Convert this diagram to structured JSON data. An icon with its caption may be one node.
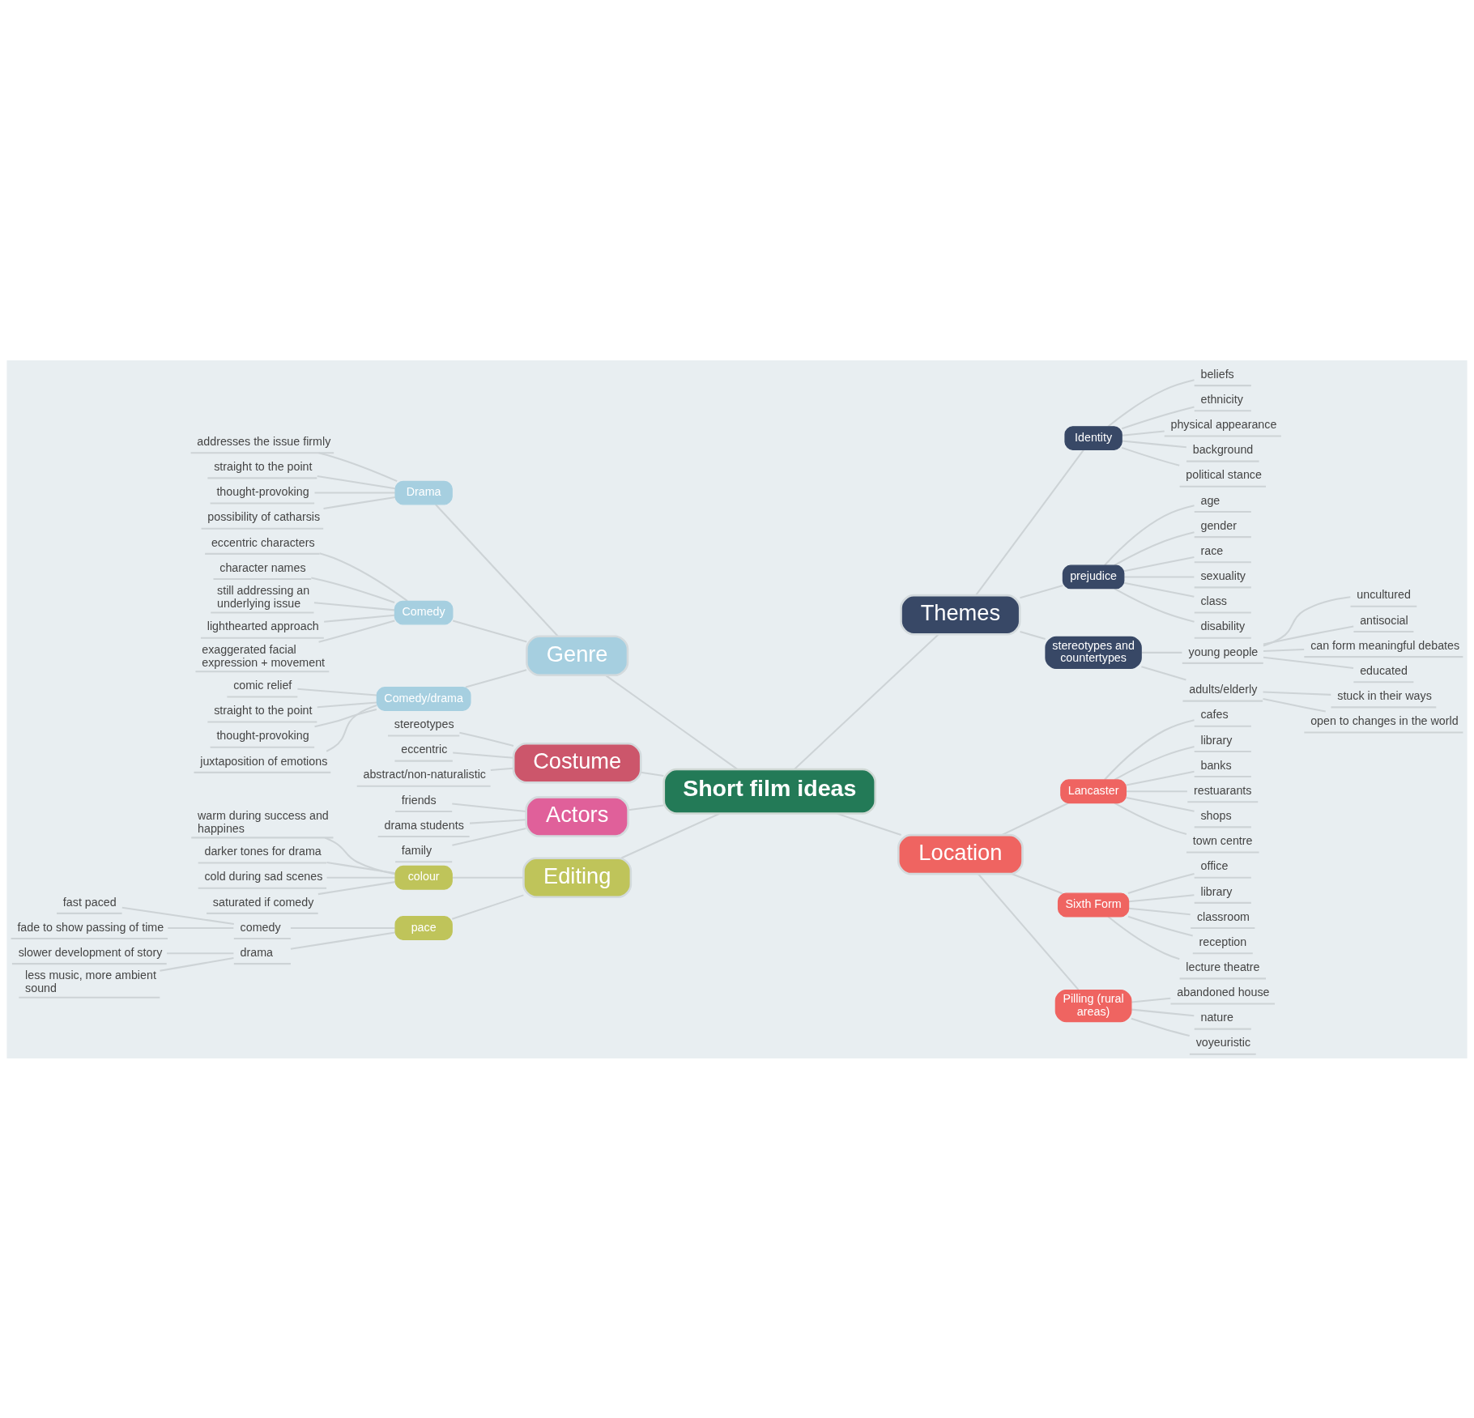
{
  "diagram": {
    "nodes": [
      {
        "text": [
          "Short film ideas"
        ]
      },
      {
        "text": [
          "Genre"
        ]
      },
      {
        "text": [
          "Drama"
        ]
      },
      {
        "text": [
          "addresses the issue firmly"
        ]
      },
      {
        "text": [
          "straight to the point"
        ]
      },
      {
        "text": [
          "thought-provoking"
        ]
      },
      {
        "text": [
          "possibility of catharsis"
        ]
      },
      {
        "text": [
          "Comedy"
        ]
      },
      {
        "text": [
          "eccentric characters"
        ]
      },
      {
        "text": [
          "character names"
        ]
      },
      {
        "text": [
          "still addressing an underlying issue"
        ]
      },
      {
        "text": [
          "lighthearted approach"
        ]
      },
      {
        "text": [
          "exaggerated facial expression + movement"
        ]
      },
      {
        "text": [
          "Comedy/drama"
        ]
      },
      {
        "text": [
          "comic relief"
        ]
      },
      {
        "text": [
          "straight to the point"
        ]
      },
      {
        "text": [
          "thought-provoking"
        ]
      },
      {
        "text": [
          "juxtaposition of emotions"
        ]
      },
      {
        "text": [
          "Costume"
        ]
      },
      {
        "text": [
          "stereotypes"
        ]
      },
      {
        "text": [
          "eccentric"
        ]
      },
      {
        "text": [
          "abstract/non-naturalistic"
        ]
      },
      {
        "text": [
          "Actors"
        ]
      },
      {
        "text": [
          "friends"
        ]
      },
      {
        "text": [
          "drama students"
        ]
      },
      {
        "text": [
          "family"
        ]
      },
      {
        "text": [
          "Editing"
        ]
      },
      {
        "text": [
          "colour"
        ]
      },
      {
        "text": [
          "warm during success and happines"
        ]
      },
      {
        "text": [
          "darker tones for drama"
        ]
      },
      {
        "text": [
          "cold during sad scenes"
        ]
      },
      {
        "text": [
          "saturated if comedy"
        ]
      },
      {
        "text": [
          "pace"
        ]
      },
      {
        "text": [
          "comedy"
        ]
      },
      {
        "text": [
          "fast paced"
        ]
      },
      {
        "text": [
          "fade to show passing of time"
        ]
      },
      {
        "text": [
          "drama"
        ]
      },
      {
        "text": [
          "slower development of story"
        ]
      },
      {
        "text": [
          "less music, more ambient sound"
        ]
      },
      {
        "text": [
          "Themes"
        ]
      },
      {
        "text": [
          "Identity"
        ]
      },
      {
        "text": [
          "beliefs"
        ]
      },
      {
        "text": [
          "ethnicity"
        ]
      },
      {
        "text": [
          "physical appearance"
        ]
      },
      {
        "text": [
          "background"
        ]
      },
      {
        "text": [
          "political stance"
        ]
      },
      {
        "text": [
          "prejudice"
        ]
      },
      {
        "text": [
          "age"
        ]
      },
      {
        "text": [
          "gender"
        ]
      },
      {
        "text": [
          "race"
        ]
      },
      {
        "text": [
          "sexuality"
        ]
      },
      {
        "text": [
          "class"
        ]
      },
      {
        "text": [
          "disability"
        ]
      },
      {
        "text": [
          "stereotypes and countertypes"
        ]
      },
      {
        "text": [
          "young people"
        ]
      },
      {
        "text": [
          "uncultured"
        ]
      },
      {
        "text": [
          "antisocial"
        ]
      },
      {
        "text": [
          "can form meaningful debates"
        ]
      },
      {
        "text": [
          "educated"
        ]
      },
      {
        "text": [
          "adults/elderly"
        ]
      },
      {
        "text": [
          "stuck in their ways"
        ]
      },
      {
        "text": [
          "open to changes in the world"
        ]
      },
      {
        "text": [
          "Location"
        ]
      },
      {
        "text": [
          "Lancaster"
        ]
      },
      {
        "text": [
          "cafes"
        ]
      },
      {
        "text": [
          "library"
        ]
      },
      {
        "text": [
          "banks"
        ]
      },
      {
        "text": [
          "restuarants"
        ]
      },
      {
        "text": [
          "shops"
        ]
      },
      {
        "text": [
          "town centre"
        ]
      },
      {
        "text": [
          "Sixth Form"
        ]
      },
      {
        "text": [
          "office"
        ]
      },
      {
        "text": [
          "library"
        ]
      },
      {
        "text": [
          "classroom"
        ]
      },
      {
        "text": [
          "reception"
        ]
      },
      {
        "text": [
          "lecture theatre"
        ]
      },
      {
        "text": [
          "Pilling (rural areas)"
        ]
      },
      {
        "text": [
          "abandoned house"
        ]
      },
      {
        "text": [
          "nature"
        ]
      },
      {
        "text": [
          "voyeuristic"
        ]
      }
    ],
    "edges": [
      {
        "from": 1,
        "to": 0,
        "arrow": "none"
      },
      {
        "from": 2,
        "to": 1,
        "arrow": "none"
      },
      {
        "from": 3,
        "to": 2,
        "arrow": "none"
      },
      {
        "from": 4,
        "to": 2,
        "arrow": "none"
      },
      {
        "from": 5,
        "to": 2,
        "arrow": "none"
      },
      {
        "from": 6,
        "to": 2,
        "arrow": "none"
      },
      {
        "from": 7,
        "to": 1,
        "arrow": "none"
      },
      {
        "from": 8,
        "to": 7,
        "arrow": "none"
      },
      {
        "from": 9,
        "to": 7,
        "arrow": "none"
      },
      {
        "from": 10,
        "to": 7,
        "arrow": "none"
      },
      {
        "from": 11,
        "to": 7,
        "arrow": "none"
      },
      {
        "from": 12,
        "to": 7,
        "arrow": "none"
      },
      {
        "from": 13,
        "to": 1,
        "arrow": "none"
      },
      {
        "from": 14,
        "to": 13,
        "arrow": "none"
      },
      {
        "from": 15,
        "to": 13,
        "arrow": "none"
      },
      {
        "from": 16,
        "to": 13,
        "arrow": "none"
      },
      {
        "from": 17,
        "to": 13,
        "arrow": "none"
      },
      {
        "from": 18,
        "to": 0,
        "arrow": "none"
      },
      {
        "from": 19,
        "to": 18,
        "arrow": "none"
      },
      {
        "from": 20,
        "to": 18,
        "arrow": "none"
      },
      {
        "from": 21,
        "to": 18,
        "arrow": "none"
      },
      {
        "from": 22,
        "to": 0,
        "arrow": "none"
      },
      {
        "from": 23,
        "to": 22,
        "arrow": "none"
      },
      {
        "from": 24,
        "to": 22,
        "arrow": "none"
      },
      {
        "from": 25,
        "to": 22,
        "arrow": "none"
      },
      {
        "from": 26,
        "to": 0,
        "arrow": "none"
      },
      {
        "from": 27,
        "to": 26,
        "arrow": "none"
      },
      {
        "from": 28,
        "to": 27,
        "arrow": "none"
      },
      {
        "from": 29,
        "to": 27,
        "arrow": "none"
      },
      {
        "from": 30,
        "to": 27,
        "arrow": "none"
      },
      {
        "from": 31,
        "to": 27,
        "arrow": "none"
      },
      {
        "from": 32,
        "to": 26,
        "arrow": "none"
      },
      {
        "from": 33,
        "to": 32,
        "arrow": "none"
      },
      {
        "from": 34,
        "to": 33,
        "arrow": "none"
      },
      {
        "from": 35,
        "to": 33,
        "arrow": "none"
      },
      {
        "from": 36,
        "to": 32,
        "arrow": "none"
      },
      {
        "from": 37,
        "to": 36,
        "arrow": "none"
      },
      {
        "from": 38,
        "to": 36,
        "arrow": "none"
      },
      {
        "from": 0,
        "to": 39,
        "arrow": "none"
      },
      {
        "from": 39,
        "to": 40,
        "arrow": "none"
      },
      {
        "from": 40,
        "to": 41,
        "arrow": "none"
      },
      {
        "from": 40,
        "to": 42,
        "arrow": "none"
      },
      {
        "from": 40,
        "to": 43,
        "arrow": "none"
      },
      {
        "from": 40,
        "to": 44,
        "arrow": "none"
      },
      {
        "from": 40,
        "to": 45,
        "arrow": "none"
      },
      {
        "from": 39,
        "to": 46,
        "arrow": "none"
      },
      {
        "from": 46,
        "to": 47,
        "arrow": "none"
      },
      {
        "from": 46,
        "to": 48,
        "arrow": "none"
      },
      {
        "from": 46,
        "to": 49,
        "arrow": "none"
      },
      {
        "from": 46,
        "to": 50,
        "arrow": "none"
      },
      {
        "from": 46,
        "to": 51,
        "arrow": "none"
      },
      {
        "from": 46,
        "to": 52,
        "arrow": "none"
      },
      {
        "from": 39,
        "to": 53,
        "arrow": "none"
      },
      {
        "from": 53,
        "to": 54,
        "arrow": "none"
      },
      {
        "from": 54,
        "to": 55,
        "arrow": "none"
      },
      {
        "from": 54,
        "to": 56,
        "arrow": "none"
      },
      {
        "from": 54,
        "to": 57,
        "arrow": "none"
      },
      {
        "from": 54,
        "to": 58,
        "arrow": "none"
      },
      {
        "from": 53,
        "to": 59,
        "arrow": "none"
      },
      {
        "from": 59,
        "to": 60,
        "arrow": "none"
      },
      {
        "from": 59,
        "to": 61,
        "arrow": "none"
      },
      {
        "from": 0,
        "to": 62,
        "arrow": "none"
      },
      {
        "from": 62,
        "to": 63,
        "arrow": "none"
      },
      {
        "from": 63,
        "to": 64,
        "arrow": "none"
      },
      {
        "from": 63,
        "to": 65,
        "arrow": "none"
      },
      {
        "from": 63,
        "to": 66,
        "arrow": "none"
      },
      {
        "from": 63,
        "to": 67,
        "arrow": "none"
      },
      {
        "from": 63,
        "to": 68,
        "arrow": "none"
      },
      {
        "from": 63,
        "to": 69,
        "arrow": "none"
      },
      {
        "from": 62,
        "to": 70,
        "arrow": "none"
      },
      {
        "from": 70,
        "to": 71,
        "arrow": "none"
      },
      {
        "from": 70,
        "to": 72,
        "arrow": "none"
      },
      {
        "from": 70,
        "to": 73,
        "arrow": "none"
      },
      {
        "from": 70,
        "to": 74,
        "arrow": "none"
      },
      {
        "from": 70,
        "to": 75,
        "arrow": "none"
      },
      {
        "from": 62,
        "to": 76,
        "arrow": "none"
      },
      {
        "from": 76,
        "to": 77,
        "arrow": "none"
      },
      {
        "from": 76,
        "to": 78,
        "arrow": "none"
      },
      {
        "from": 76,
        "to": 79,
        "arrow": "none"
      }
    ]
  }
}
